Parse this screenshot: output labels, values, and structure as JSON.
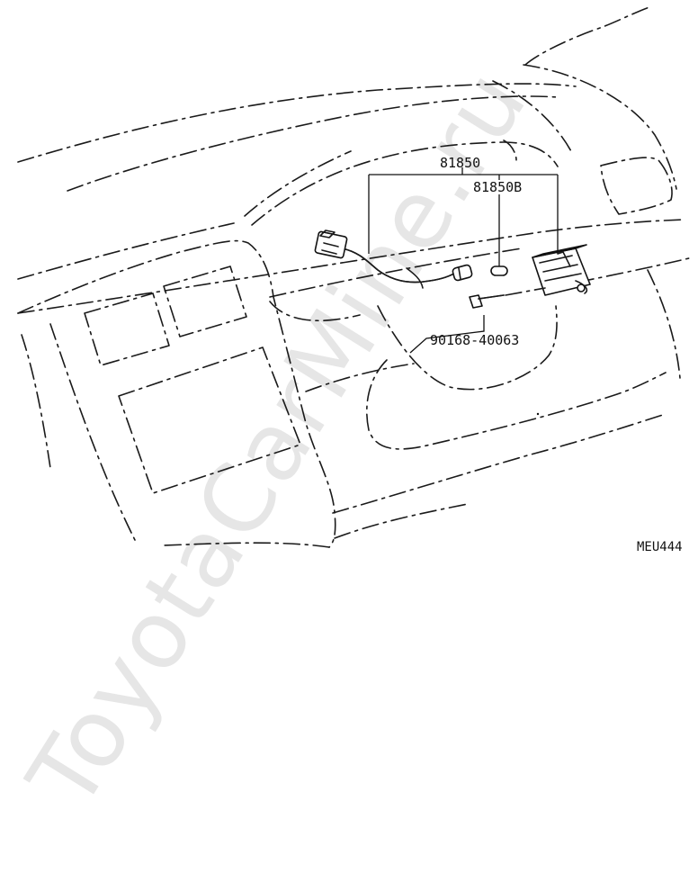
{
  "diagram": {
    "part_numbers": {
      "assembly": "81850",
      "sub_part": "81850B",
      "screw": "90168-40063"
    },
    "figure_code": "MEU444",
    "watermark": "ToyotaCarMine.ru"
  }
}
